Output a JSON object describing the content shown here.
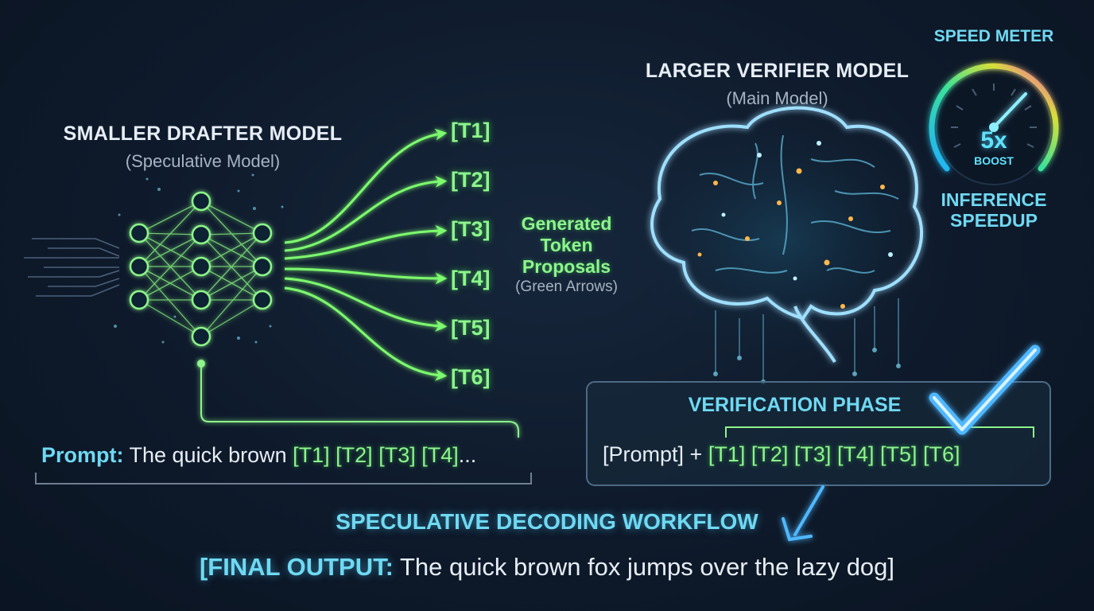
{
  "drafter": {
    "title": "SMALLER DRAFTER MODEL",
    "subtitle": "(Speculative Model)"
  },
  "tokens": [
    "[T1]",
    "[T2]",
    "[T3]",
    "[T4]",
    "[T5]",
    "[T6]"
  ],
  "proposals": {
    "line1": "Generated",
    "line2": "Token",
    "line3": "Proposals",
    "note": "(Green Arrows)"
  },
  "prompt": {
    "label": "Prompt:",
    "text": "The quick brown",
    "tokens": [
      "[T1]",
      "[T2]",
      "[T3]",
      "[T4]"
    ],
    "ellipsis": "..."
  },
  "verifier": {
    "title": "LARGER VERIFIER MODEL",
    "subtitle": "(Main Model)"
  },
  "speed_meter": {
    "label": "SPEED METER",
    "value": "5x",
    "unit": "BOOST",
    "caption_line1": "INFERENCE",
    "caption_line2": "SPEEDUP"
  },
  "verification": {
    "title": "VERIFICATION PHASE",
    "prompt": "[Prompt]",
    "plus": "+",
    "tokens": [
      "[T1]",
      "[T2]",
      "[T3]",
      "[T4]",
      "[T5]",
      "[T6]"
    ]
  },
  "workflow_title": "SPECULATIVE DECODING WORKFLOW",
  "final_output": {
    "label": "[FINAL OUTPUT:",
    "text": "The quick brown fox jumps over the lazy dog]"
  },
  "colors": {
    "green": "#8cf58c",
    "cyan": "#6fd9f2",
    "background": "#0e1a2b"
  }
}
